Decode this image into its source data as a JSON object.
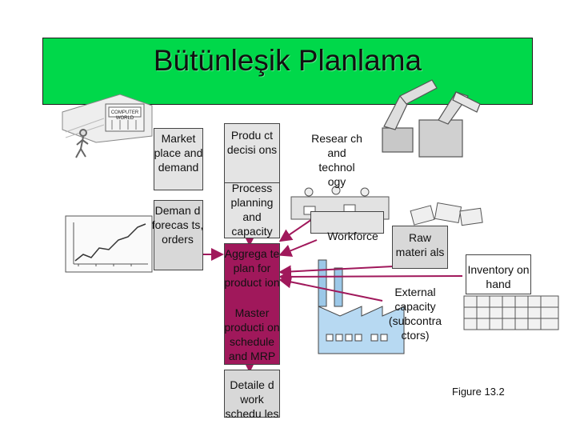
{
  "title": "Bütünleşik Planlama",
  "labels": {
    "market": "Market place and demand",
    "demand_forecasts": "Deman d forecas ts, orders",
    "product_decisions": "Produ ct decisi ons",
    "process_planning": "Process planning and capacity",
    "aggregate": "Aggrega te plan for product ion",
    "master": "Master producti on schedule and MRP",
    "detailed": "Detaile d work schedu les",
    "research": "Resear ch and technol ogy",
    "workforce": "Workforce",
    "raw_materials": "Raw materi als",
    "external_capacity": "External capacity (subcontra ctors)",
    "inventory": "Inventory on hand",
    "building_sign": "COMPUTER WORLD",
    "figure": "Figure 13.2"
  },
  "colors": {
    "title_bg": "#00d84a",
    "central_box": "#a0185b",
    "arrow": "#a0185b"
  },
  "icons": [
    "person-walking-icon",
    "computer-store-icon",
    "sales-chart-icon",
    "robot-arm-icon",
    "workers-icon",
    "materials-icon",
    "factory-icon",
    "warehouse-icon"
  ]
}
